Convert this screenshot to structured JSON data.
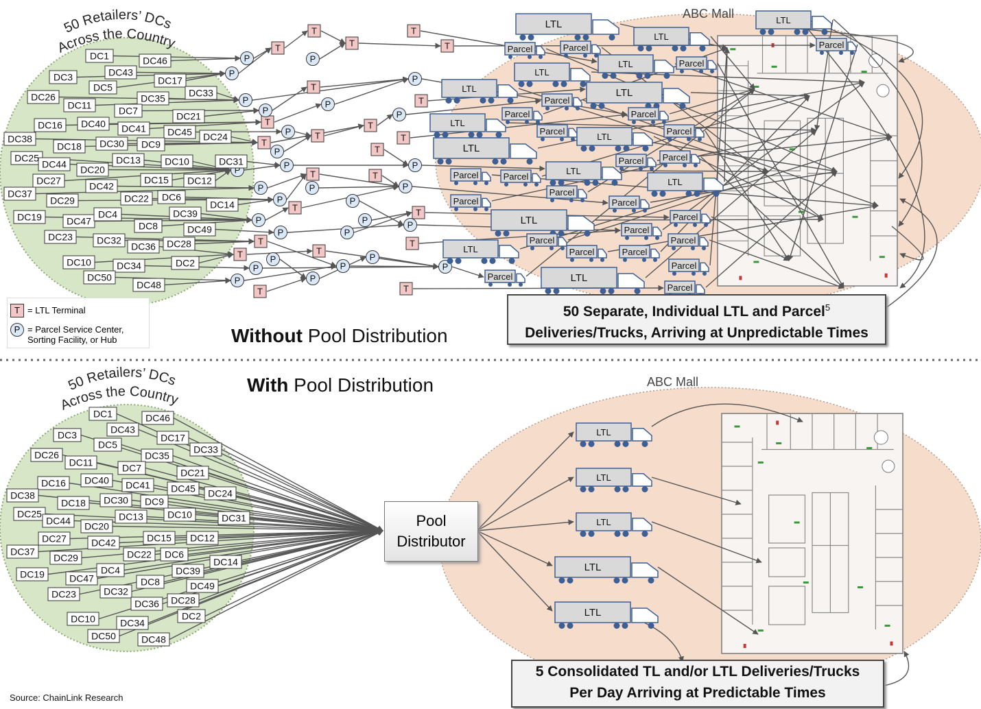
{
  "top": {
    "retailers_title_line1": "50 Retailers’ DCs",
    "retailers_title_line2": "Across the Country",
    "mall_label": "ABC Mall",
    "section_title_bold": "Without",
    "section_title_rest": " Pool Distribution",
    "callout_line1": "50 Separate, Individual LTL and Parcel",
    "callout_superscript": "5",
    "callout_line2": "Deliveries/Trucks, Arriving at Unpredictable Times"
  },
  "bottom": {
    "retailers_title_line1": "50 Retailers’ DCs",
    "retailers_title_line2": "Across the Country",
    "mall_label": "ABC Mall",
    "section_title_bold": "With",
    "section_title_rest": " Pool Distribution",
    "pool_line1": "Pool",
    "pool_line2": "Distributor",
    "callout_line1": "5 Consolidated TL and/or LTL Deliveries/Trucks",
    "callout_line2": "Per Day Arriving at Predictable Times",
    "truck_label": "LTL"
  },
  "legend": {
    "terminal_symbol": "T",
    "terminal_label": "= LTL Terminal",
    "parcel_symbol": "P",
    "parcel_label_line1": "= Parcel Service Center,",
    "parcel_label_line2": "Sorting Facility, or Hub"
  },
  "truck_labels": {
    "ltl": "LTL",
    "parcel": "Parcel"
  },
  "node_symbols": {
    "terminal": "T",
    "parcel": "P"
  },
  "dc_labels": [
    "DC1",
    "DC2",
    "DC3",
    "DC4",
    "DC5",
    "DC6",
    "DC7",
    "DC8",
    "DC9",
    "DC10",
    "DC11",
    "DC12",
    "DC13",
    "DC14",
    "DC15",
    "DC16",
    "DC17",
    "DC18",
    "DC19",
    "DC20",
    "DC21",
    "DC22",
    "DC23",
    "DC24",
    "DC25",
    "DC26",
    "DC27",
    "DC28",
    "DC29",
    "DC30",
    "DC31",
    "DC32",
    "DC33",
    "DC34",
    "DC35",
    "DC36",
    "DC37",
    "DC38",
    "DC39",
    "DC40",
    "DC41",
    "DC42",
    "DC43",
    "DC44",
    "DC45",
    "DC46",
    "DC47",
    "DC48",
    "DC49",
    "DC50"
  ],
  "source": "Source: ChainLink Research",
  "colors": {
    "retailer_fill": "#d7e6c7",
    "mall_fill": "#f6dccb",
    "terminal_fill": "#f4c7c7",
    "parcel_fill": "#dbe8f7",
    "truck_fill": "#d9d9d9",
    "truck_outline": "#3d5f94",
    "arrow": "#555555"
  }
}
